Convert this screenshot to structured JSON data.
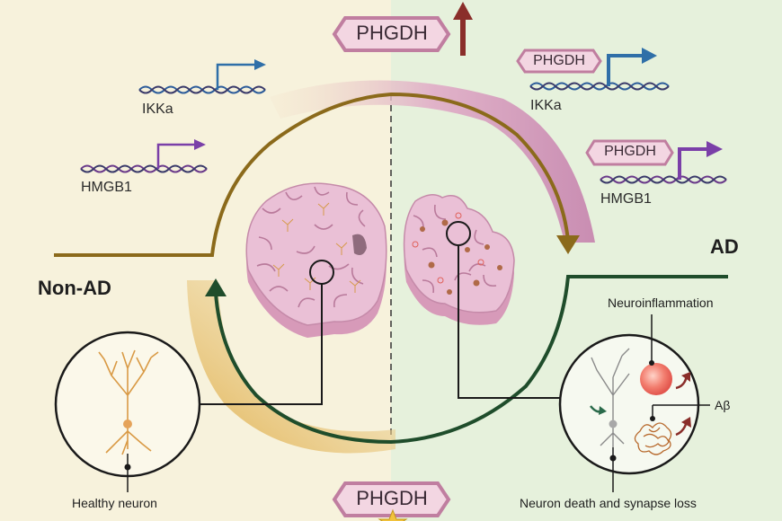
{
  "labels": {
    "non_ad": "Non-AD",
    "ad": "AD",
    "healthy_neuron": "Healthy neuron",
    "neuron_death": "Neuron death and synapse loss",
    "neuroinflammation": "Neuroinflammation",
    "abeta": "Aβ"
  },
  "genes": {
    "left_ikka": "IKKa",
    "left_hmgb1": "HMGB1",
    "right_ikka": "IKKa",
    "right_hmgb1": "HMGB1"
  },
  "phgdh": {
    "top": "PHGDH",
    "bottom": "PHGDH",
    "right_ikka_box": "PHGDH",
    "right_hmgb1_box": "PHGDH"
  },
  "colors": {
    "left_bg": "#f7f2dc",
    "right_bg": "#e6f1dc",
    "top_arc": "#8b6a1b",
    "bottom_arc": "#1f4d2b",
    "pink_arrow": "#cf98b8",
    "gold_arrow": "#e4b85a",
    "hex_fill": "#f3d6e2",
    "hex_stroke": "#c07ea0",
    "up_arrow": "#8a2e2a",
    "blue_arrow": "#2f6fa8",
    "purple_arrow": "#7a3fa8",
    "brain": "#eac0d6",
    "brain_side": "#d79ab9"
  }
}
